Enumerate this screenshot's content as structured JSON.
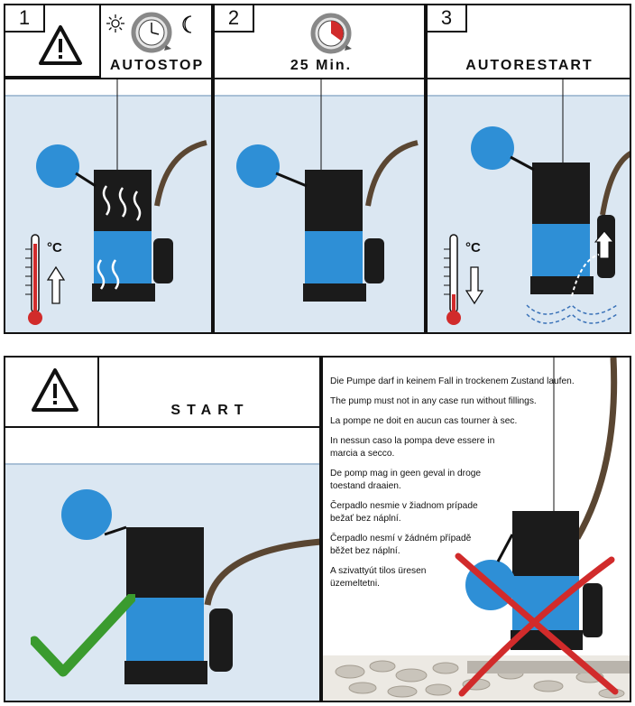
{
  "panels": [
    {
      "number": "1",
      "label": "AUTOSTOP"
    },
    {
      "number": "2",
      "label": "25 Min."
    },
    {
      "number": "3",
      "label": "AUTORESTART"
    }
  ],
  "temperature_unit": "°C",
  "start_panel": {
    "label": "START"
  },
  "warnings": [
    "Die Pumpe darf in keinem Fall in trockenem Zustand laufen.",
    "The pump must not in any case run without fillings.",
    "La pompe ne doit en aucun cas tourner à sec.",
    "In nessun caso la pompa deve essere in marcia a secco.",
    "De pomp mag in geen geval in droge toestand draaien.",
    "Čerpadlo nesmie v žiadnom prípade bežať bez náplní.",
    "Čerpadlo nesmí v žádném případě běžet bez náplní.",
    "A szivattyút tilos üresen üzemeltetni."
  ],
  "colors": {
    "water": "#dbe7f2",
    "pump_blue": "#2e8fd6",
    "pump_black": "#1b1b1b",
    "check_green": "#3a9b2e",
    "cross_red": "#d12b2b"
  },
  "icons": [
    "warning-triangle-icon",
    "sun-icon",
    "moon-icon",
    "timer-icon",
    "thermometer-icon",
    "checkmark-icon",
    "cross-icon"
  ]
}
